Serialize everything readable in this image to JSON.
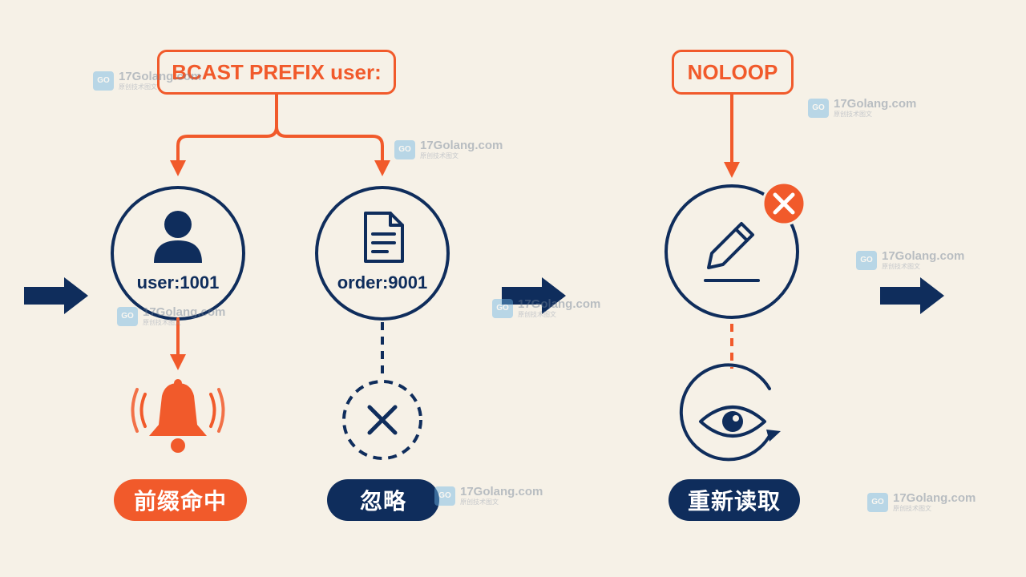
{
  "commands": {
    "bcast": "BCAST PREFIX user:",
    "noloop": "NOLOOP"
  },
  "nodes": {
    "user_key": "user:1001",
    "order_key": "order:9001"
  },
  "results": {
    "prefix_hit": "前缀命中",
    "ignore": "忽略",
    "reread": "重新读取"
  },
  "watermark": {
    "text": "17Golang.com",
    "sub": "原创技术图文",
    "logo": "GO"
  },
  "colors": {
    "orange": "#f15a2b",
    "navy": "#0f2d5c",
    "background": "#f6f1e7"
  },
  "icons": [
    "arrow-right-icon",
    "user-icon",
    "document-icon",
    "bell-icon",
    "x-icon",
    "pencil-icon",
    "eye-refresh-icon",
    "x-badge-icon"
  ]
}
